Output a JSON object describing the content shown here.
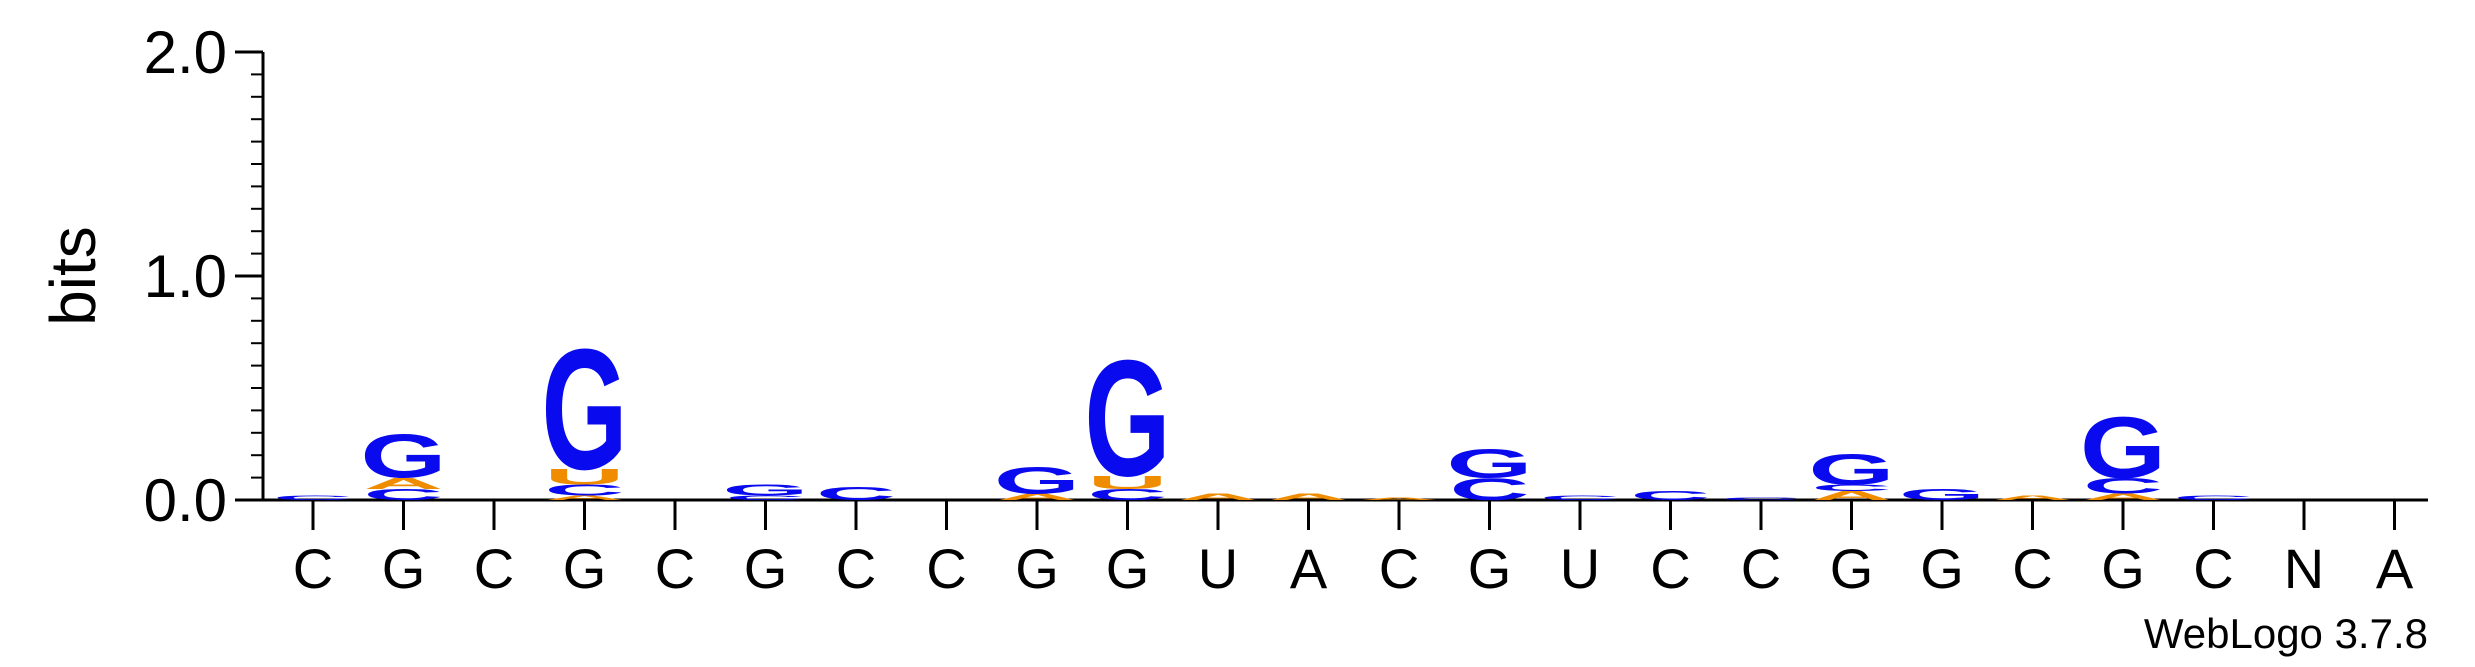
{
  "chart_data": {
    "type": "sequence-logo",
    "ylabel": "bits",
    "ylim": [
      0,
      2.0
    ],
    "y_ticks": [
      "0.0",
      "1.0",
      "2.0"
    ],
    "y_tick_values": [
      0,
      1,
      2
    ],
    "positions": [
      "C",
      "G",
      "C",
      "G",
      "C",
      "G",
      "C",
      "C",
      "G",
      "G",
      "U",
      "A",
      "C",
      "G",
      "U",
      "C",
      "C",
      "G",
      "G",
      "C",
      "G",
      "C",
      "N",
      "A"
    ],
    "colors": {
      "G": "#0a0aee",
      "C": "#0a0aee",
      "A": "#f08c00",
      "U": "#f08c00"
    },
    "stacks": [
      [
        {
          "letter": "C",
          "bits": 0.02
        }
      ],
      [
        {
          "letter": "C",
          "bits": 0.05
        },
        {
          "letter": "A",
          "bits": 0.05
        },
        {
          "letter": "G",
          "bits": 0.2
        }
      ],
      [],
      [
        {
          "letter": "A",
          "bits": 0.02
        },
        {
          "letter": "C",
          "bits": 0.05
        },
        {
          "letter": "U",
          "bits": 0.07
        },
        {
          "letter": "G",
          "bits": 0.55
        }
      ],
      [],
      [
        {
          "letter": "C",
          "bits": 0.02
        },
        {
          "letter": "G",
          "bits": 0.05
        }
      ],
      [
        {
          "letter": "C",
          "bits": 0.06
        }
      ],
      [],
      [
        {
          "letter": "A",
          "bits": 0.03
        },
        {
          "letter": "G",
          "bits": 0.12
        }
      ],
      [
        {
          "letter": "C",
          "bits": 0.05
        },
        {
          "letter": "U",
          "bits": 0.06
        },
        {
          "letter": "G",
          "bits": 0.53
        }
      ],
      [
        {
          "letter": "A",
          "bits": 0.03
        }
      ],
      [
        {
          "letter": "A",
          "bits": 0.03
        }
      ],
      [
        {
          "letter": "A",
          "bits": 0.01
        }
      ],
      [
        {
          "letter": "C",
          "bits": 0.1
        },
        {
          "letter": "G",
          "bits": 0.13
        }
      ],
      [
        {
          "letter": "C",
          "bits": 0.02
        }
      ],
      [
        {
          "letter": "C",
          "bits": 0.04
        }
      ],
      [
        {
          "letter": "C",
          "bits": 0.01
        }
      ],
      [
        {
          "letter": "A",
          "bits": 0.04
        },
        {
          "letter": "C",
          "bits": 0.03
        },
        {
          "letter": "G",
          "bits": 0.14
        }
      ],
      [
        {
          "letter": "G",
          "bits": 0.05
        }
      ],
      [
        {
          "letter": "A",
          "bits": 0.02
        }
      ],
      [
        {
          "letter": "A",
          "bits": 0.03
        },
        {
          "letter": "C",
          "bits": 0.07
        },
        {
          "letter": "G",
          "bits": 0.28
        }
      ],
      [
        {
          "letter": "C",
          "bits": 0.02
        }
      ],
      [],
      []
    ]
  },
  "credit": "WebLogo 3.7.8"
}
